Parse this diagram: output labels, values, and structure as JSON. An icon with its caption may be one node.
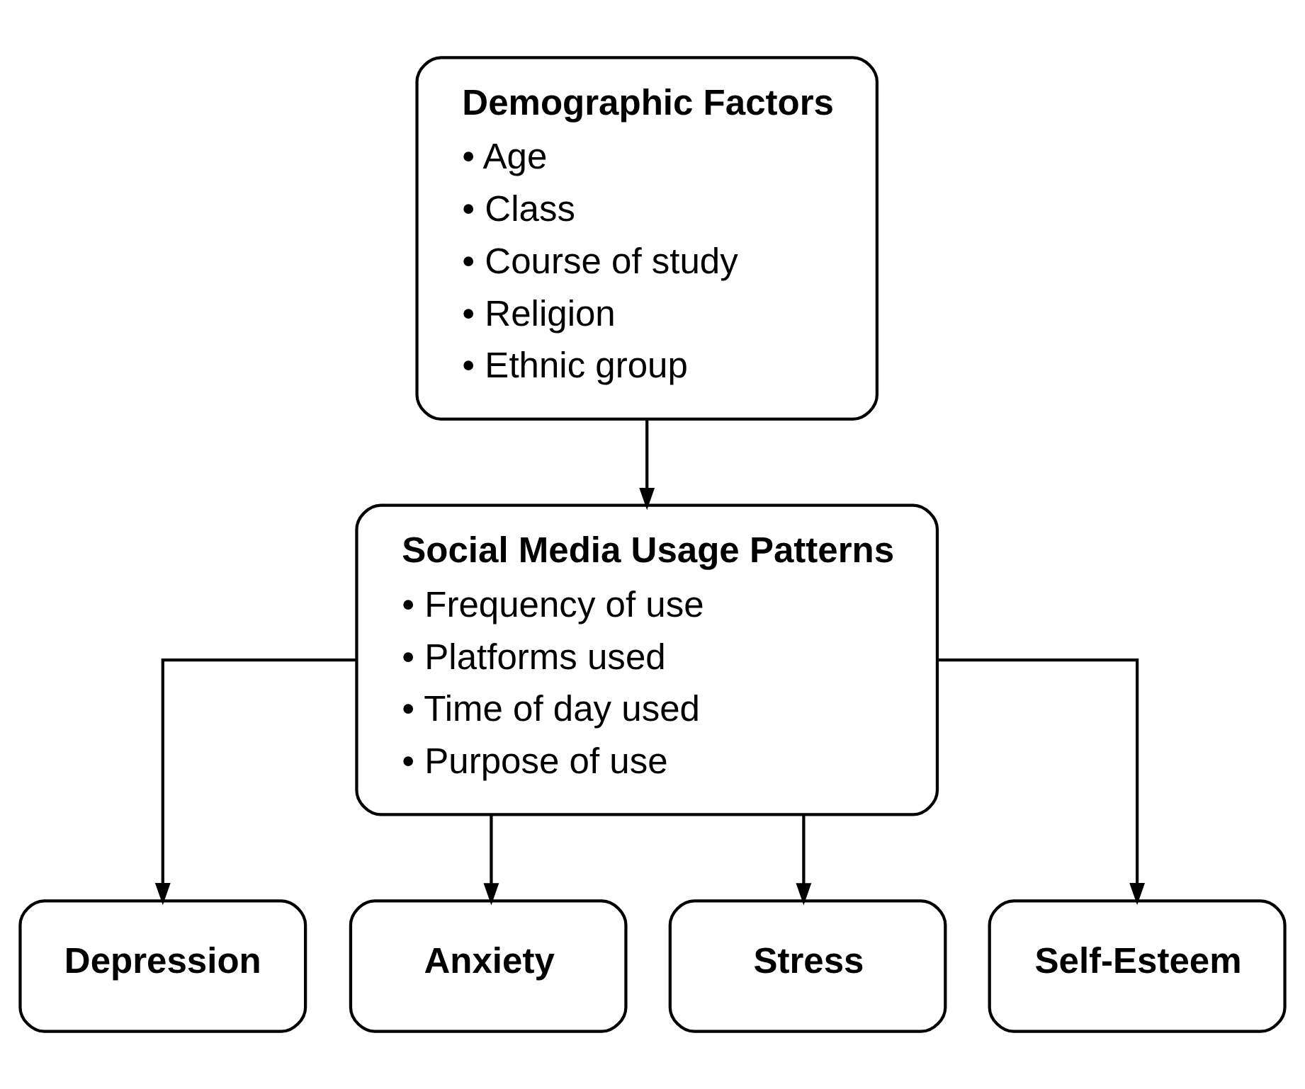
{
  "diagram": {
    "nodes": [
      {
        "text": [
          "Demographic Factors",
          "• Age",
          "• Class",
          "• Course of study",
          "• Religion",
          "• Ethnic group"
        ]
      },
      {
        "text": [
          "Social Media Usage Patterns",
          "• Frequency of use",
          "• Platforms used",
          "• Time of day used",
          "• Purpose of use"
        ]
      },
      {
        "text": [
          "Depression"
        ]
      },
      {
        "text": [
          "Anxiety"
        ]
      },
      {
        "text": [
          "Stress"
        ]
      },
      {
        "text": [
          "Self-Esteem"
        ]
      }
    ],
    "edges": [
      {
        "from": 0,
        "to": 1,
        "arrow": "to"
      },
      {
        "from": 1,
        "to": 2,
        "arrow": "to"
      },
      {
        "from": 1,
        "to": 3,
        "arrow": "to"
      },
      {
        "from": 1,
        "to": 4,
        "arrow": "to"
      },
      {
        "from": 1,
        "to": 5,
        "arrow": "to"
      }
    ]
  }
}
